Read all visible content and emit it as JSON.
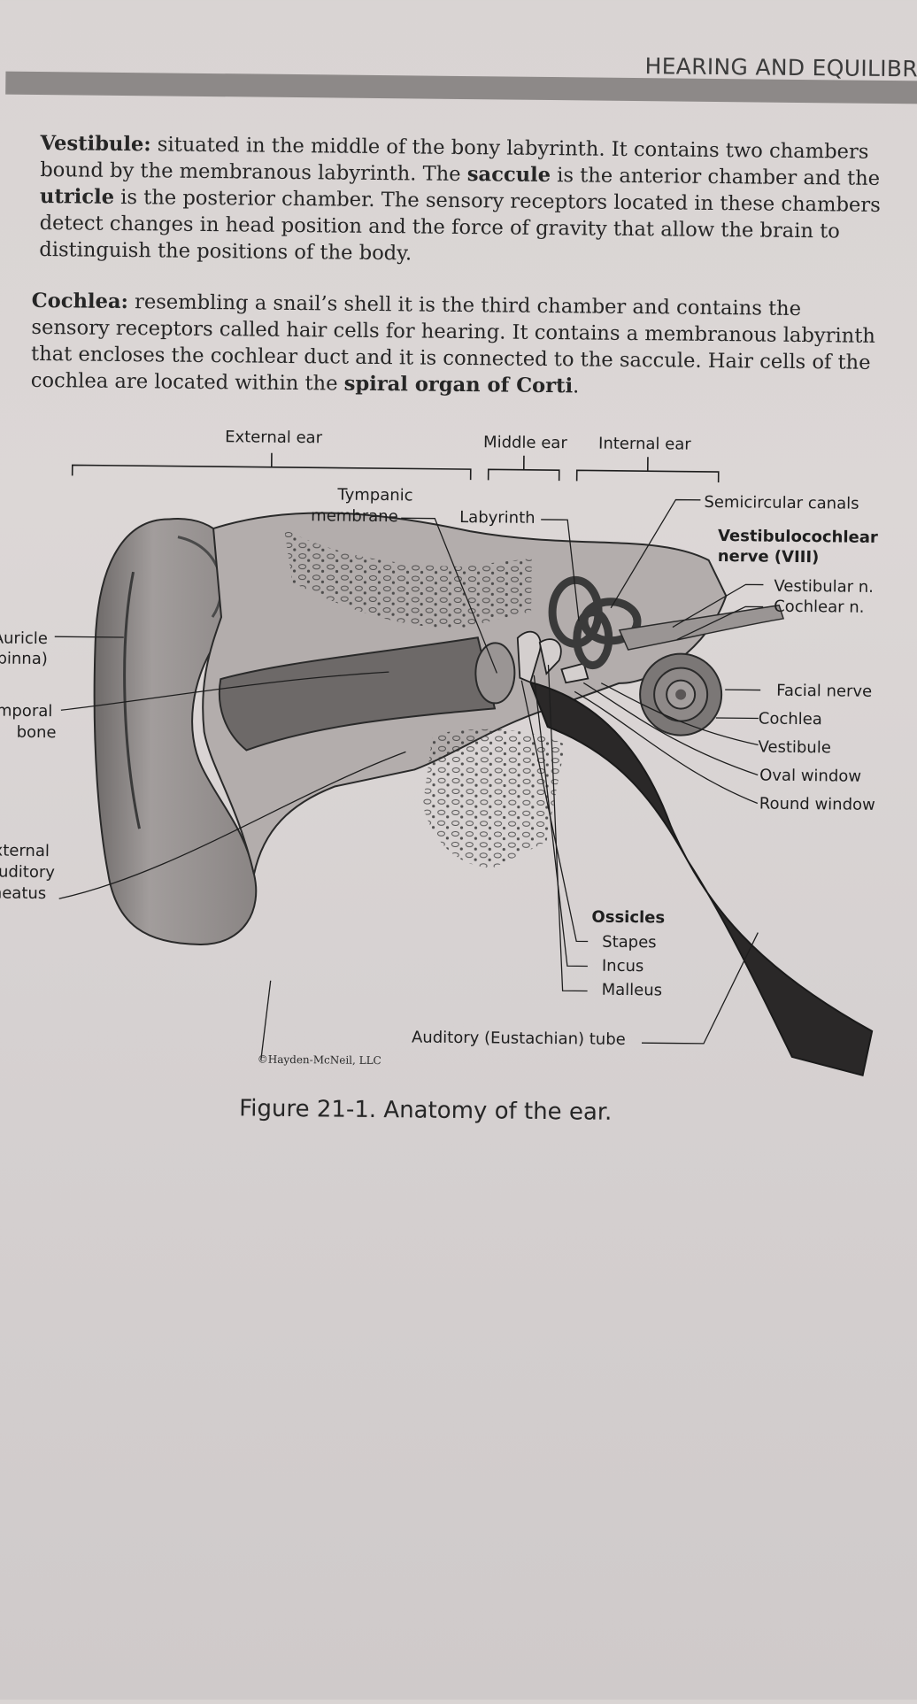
{
  "header": {
    "title": "HEARING AND EQUILIBRI"
  },
  "vestibule": {
    "term": "Vestibule:",
    "t1": " situated in the middle of the bony labyrinth. It contains two chambers bound by the membranous labyrinth. The ",
    "saccule": "saccule",
    "t2": " is the anterior chamber and the ",
    "utricle": "utricle",
    "t3": " is the posterior chamber. The sensory receptors located in these chambers detect changes in head position and the force of gravity that allow the brain to distinguish the positions of the body."
  },
  "cochlea": {
    "term": "Cochlea:",
    "t1": " resembling a snail’s shell it is the third chamber and contains the sensory receptors called hair cells for hearing. It contains a membranous labyrinth that encloses the cochlear duct and it is connected to the saccule. Hair cells of the cochlea are located within the ",
    "organ": "spiral organ of Corti",
    "t2": "."
  },
  "figure": {
    "regions": {
      "external": "External ear",
      "middle": "Middle ear",
      "internal": "Internal ear"
    },
    "labels": {
      "tympanic1": "Tympanic",
      "tympanic2": "membrane",
      "labyrinth": "Labyrinth",
      "semicircular": "Semicircular canals",
      "vestibulocochlear1": "Vestibulocochlear",
      "vestibulocochlear2": "nerve (VIII)",
      "vestibular_n": "Vestibular n.",
      "cochlear_n": "Cochlear n.",
      "auricle1": "Auricle",
      "auricle2": "(pinna)",
      "temporal1": "Temporal",
      "temporal2": "bone",
      "facial": "Facial nerve",
      "cochlea": "Cochlea",
      "vestibule": "Vestibule",
      "oval": "Oval window",
      "round": "Round window",
      "external1": "External",
      "external2": "auditory",
      "external3": "meatus",
      "ossicles": "Ossicles",
      "stapes": "Stapes",
      "incus": "Incus",
      "malleus": "Malleus",
      "eustachian": "Auditory (Eustachian) tube",
      "copyright": "©Hayden-McNeil, LLC"
    },
    "caption": "Figure 21-1. Anatomy of the ear."
  }
}
